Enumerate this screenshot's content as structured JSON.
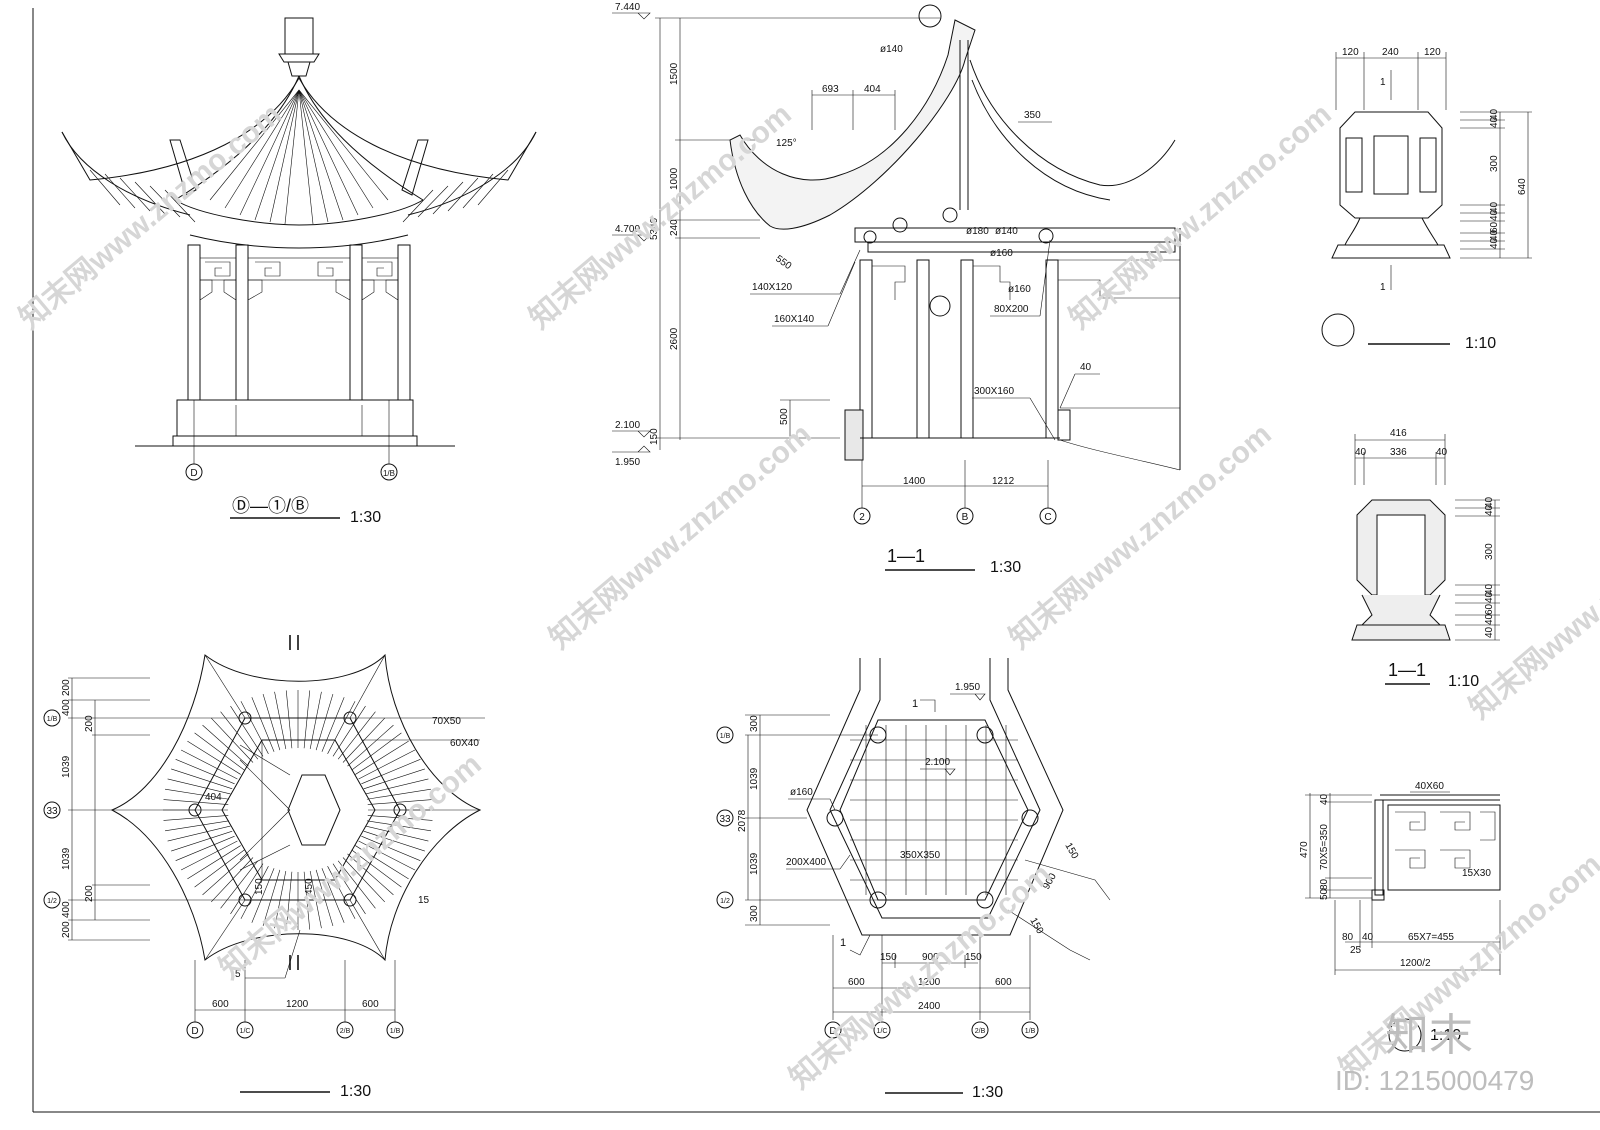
{
  "views": {
    "elevation": {
      "title": "Ⓓ—①/Ⓑ",
      "scale": "1:30",
      "axis_left": "D",
      "axis_right": "1/B"
    },
    "section": {
      "title": "1—1",
      "scale": "1:30",
      "levels": [
        "7.440",
        "4.700",
        "2.100",
        "1.950"
      ],
      "vertical_dims": [
        "1500",
        "1000",
        "240",
        "5340",
        "2600",
        "500",
        "150"
      ],
      "top_dims": [
        "693",
        "404",
        "350"
      ],
      "angle": "125°",
      "members": [
        "ø140",
        "ø180",
        "ø140",
        "ø160",
        "ø160",
        "550",
        "140X120",
        "160X140",
        "80X200",
        "300X160",
        "40"
      ],
      "bottom_dims": [
        "1400",
        "1212"
      ],
      "axes": [
        "2",
        "B",
        "C"
      ]
    },
    "roof_plan": {
      "scale": "1:30",
      "left_dims": [
        "200",
        "400",
        "200",
        "1039",
        "1039",
        "200",
        "400",
        "200"
      ],
      "left_axes": [
        "1/B",
        "33",
        "1/2"
      ],
      "labels": [
        "70X50",
        "60X40",
        "404",
        "150",
        "450",
        "15",
        "5"
      ],
      "bottom_dims": [
        "600",
        "1200",
        "600"
      ],
      "bottom_axes": [
        "D",
        "1/C",
        "2/B",
        "1/B"
      ]
    },
    "floor_plan": {
      "scale": "1:30",
      "levels": [
        "1.950",
        "2.100"
      ],
      "left_dims": [
        "300",
        "1039",
        "2078",
        "1039",
        "300"
      ],
      "left_axes": [
        "1/B",
        "33",
        "1/2"
      ],
      "labels": [
        "ø160",
        "200X400",
        "350X350",
        "150",
        "900",
        "150"
      ],
      "section_marks": [
        "1",
        "1"
      ],
      "bottom_dims": [
        "150",
        "900",
        "150",
        "600",
        "1200",
        "600",
        "2400"
      ],
      "bottom_axes": [
        "D",
        "1/C",
        "2/B",
        "1/B"
      ]
    },
    "finial": {
      "scale": "1:10",
      "top_dims": [
        "120",
        "240",
        "120"
      ],
      "right_dims": [
        "40",
        "40",
        "300",
        "40",
        "40",
        "60",
        "40",
        "40",
        "640"
      ],
      "cut_mark": "1"
    },
    "finial_section": {
      "title": "1—1",
      "scale": "1:10",
      "top_dims": [
        "416",
        "40",
        "336",
        "40"
      ],
      "right_dims": [
        "40",
        "40",
        "300",
        "40",
        "40",
        "60",
        "40",
        "40"
      ]
    },
    "railing": {
      "dims_top": "40X60",
      "left_dims": [
        "40",
        "470",
        "70X5=350",
        "80",
        "50"
      ],
      "right_label": "15X30",
      "bottom_dims": [
        "80",
        "40",
        "25",
        "65X7=455",
        "1200/2"
      ],
      "scale": "1:10"
    }
  },
  "watermark": {
    "text": "知末网www.znzmo.com",
    "brand": "知末",
    "id": "ID: 1215000479"
  }
}
